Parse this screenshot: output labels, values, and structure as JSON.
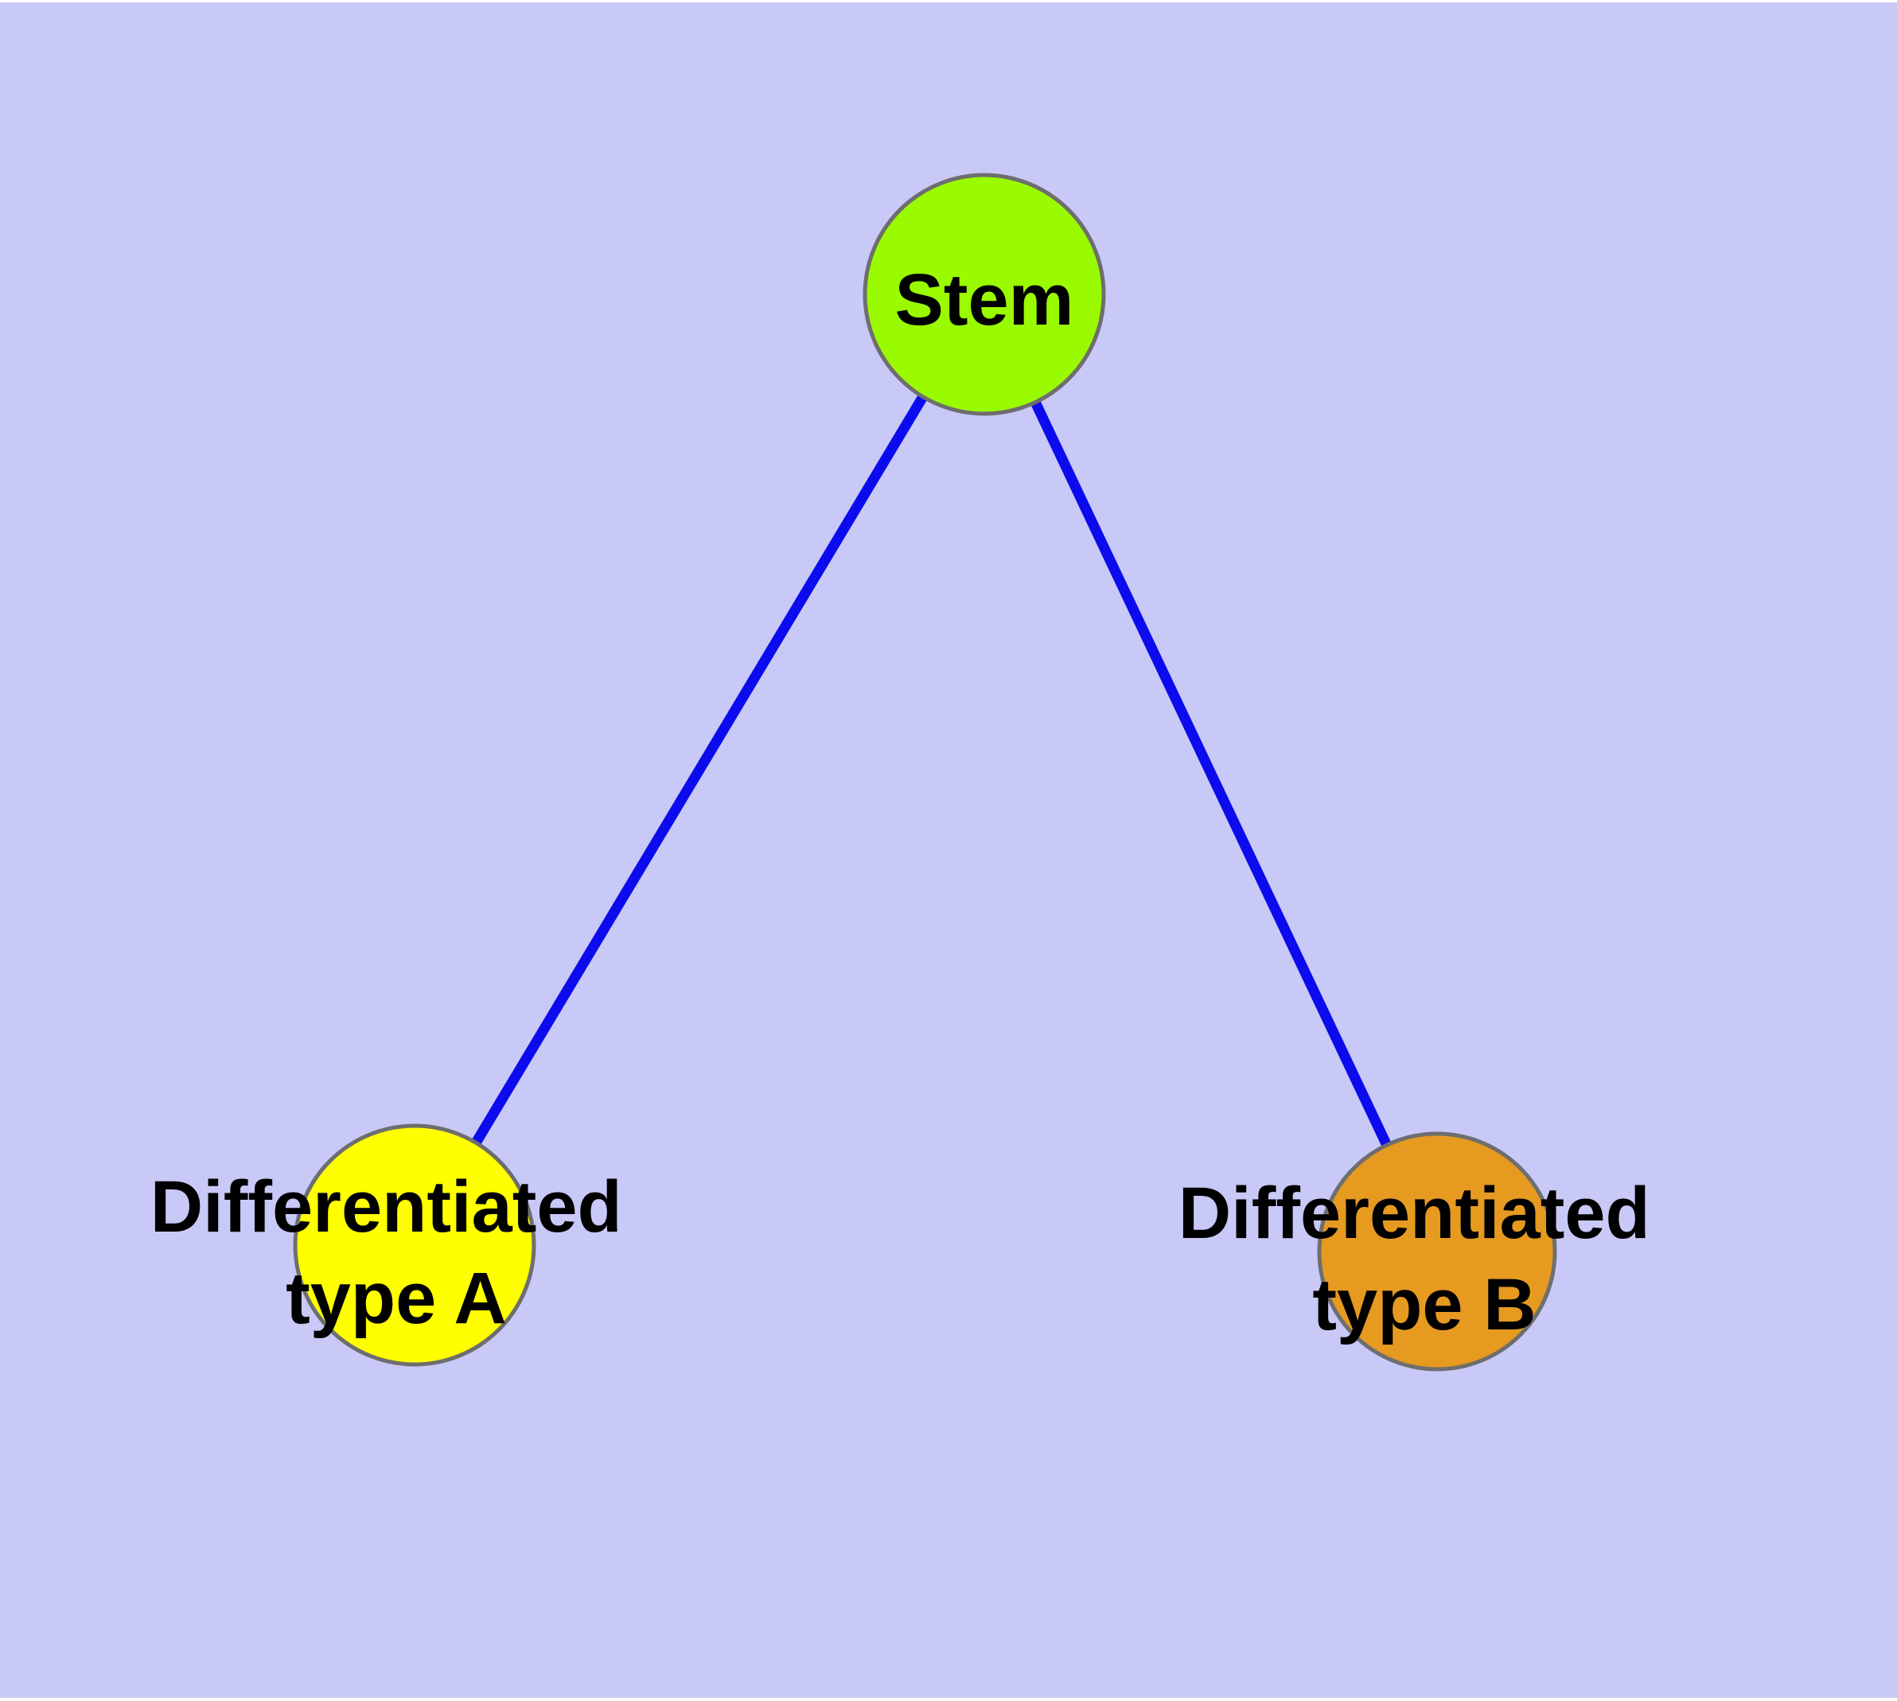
{
  "diagram": {
    "background_color": "#c9c9f8",
    "margin_color": "#ffffff",
    "edge_color": "#0b0bee",
    "node_border_color": "#6e6e6e",
    "label_color": "#000000",
    "nodes": [
      {
        "id": "stem",
        "label": "Stem",
        "fill_color": "#9afb00"
      },
      {
        "id": "differentiated-type-a",
        "label_line1": "Differentiated",
        "label_line2": "type A",
        "fill_color": "#ffff00"
      },
      {
        "id": "differentiated-type-b",
        "label_line1": "Differentiated",
        "label_line2": "type B",
        "fill_color": "#e69a20"
      }
    ],
    "edges": [
      {
        "from": "stem",
        "to": "differentiated-type-a"
      },
      {
        "from": "stem",
        "to": "differentiated-type-b"
      }
    ]
  }
}
